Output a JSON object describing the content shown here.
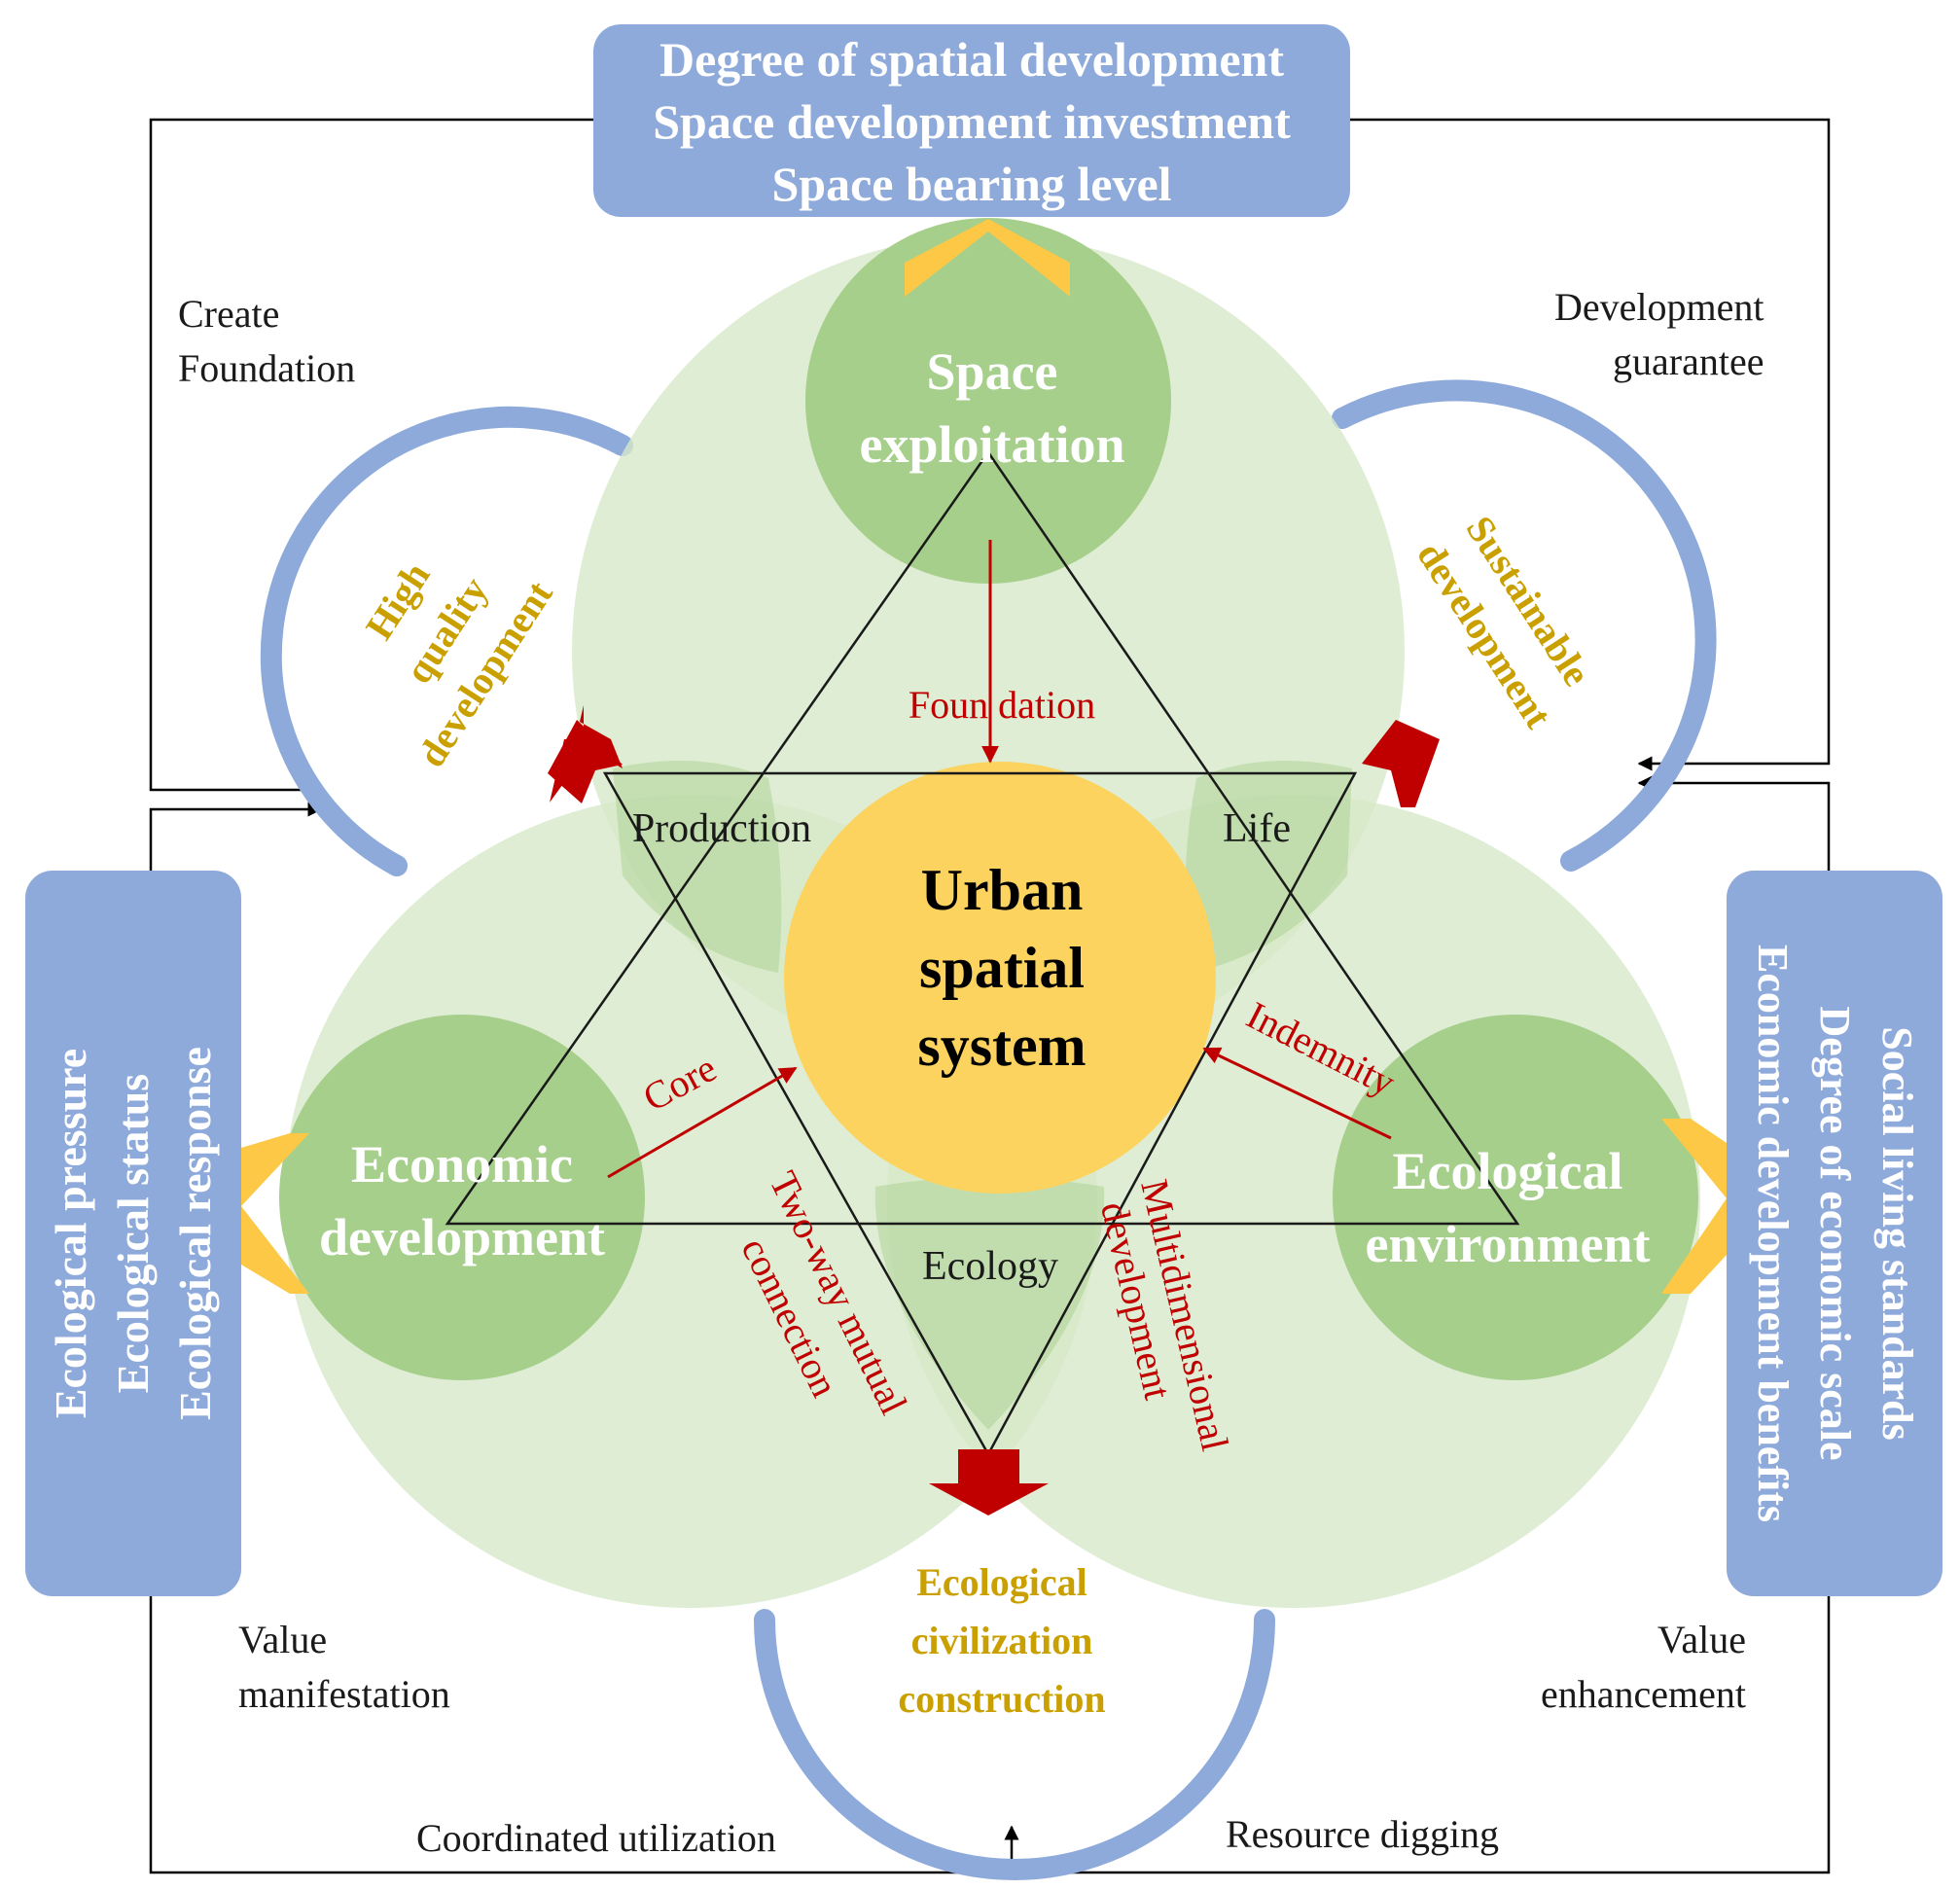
{
  "top_box": {
    "lines": [
      "Degree of spatial development",
      "Space development investment",
      "Space bearing level"
    ]
  },
  "left_box": {
    "lines": [
      "Ecological pressure",
      "Ecological status",
      "Ecological response"
    ]
  },
  "right_box": {
    "lines": [
      "Social living standards",
      "Degree of economic scale",
      "Economic development benefits"
    ]
  },
  "circles": {
    "space": "Space exploitation",
    "economic": "Economic development",
    "ecological": "Ecological environment",
    "center": "Urban spatial system"
  },
  "zones": {
    "production": "Production",
    "life": "Life",
    "ecology": "Ecology"
  },
  "arcs": {
    "high_quality": "High quality development",
    "sustainable": "Sustainable development",
    "civilization": "Ecological civilization construction"
  },
  "relations": {
    "foundation": "Foun dation",
    "core": "Core",
    "indemnity": "Indemnity",
    "two_way": "Two-way mutual connection",
    "multidimensional": "Multidimensional development"
  },
  "outer_labels": {
    "create_foundation": [
      "Create",
      "Foundation"
    ],
    "development_guarantee": [
      "Development",
      "guarantee"
    ],
    "value_manifestation": [
      "Value",
      "manifestation"
    ],
    "value_enhancement": [
      "Value",
      "enhancement"
    ],
    "coordinated_utilization": "Coordinated utilization",
    "resource_digging": "Resource digging"
  },
  "colors": {
    "box_blue": "#8eaadb",
    "arc_blue": "#8eaadb",
    "big_circle_green": "#d6e8c8",
    "inner_circle_green": "#a6cf8c",
    "center_yellow": "#fdd35f",
    "chevron_yellow": "#fcc845",
    "dark_red": "#c00000",
    "relation_red": "#c00000",
    "arc_text_gold": "#c9a000"
  }
}
